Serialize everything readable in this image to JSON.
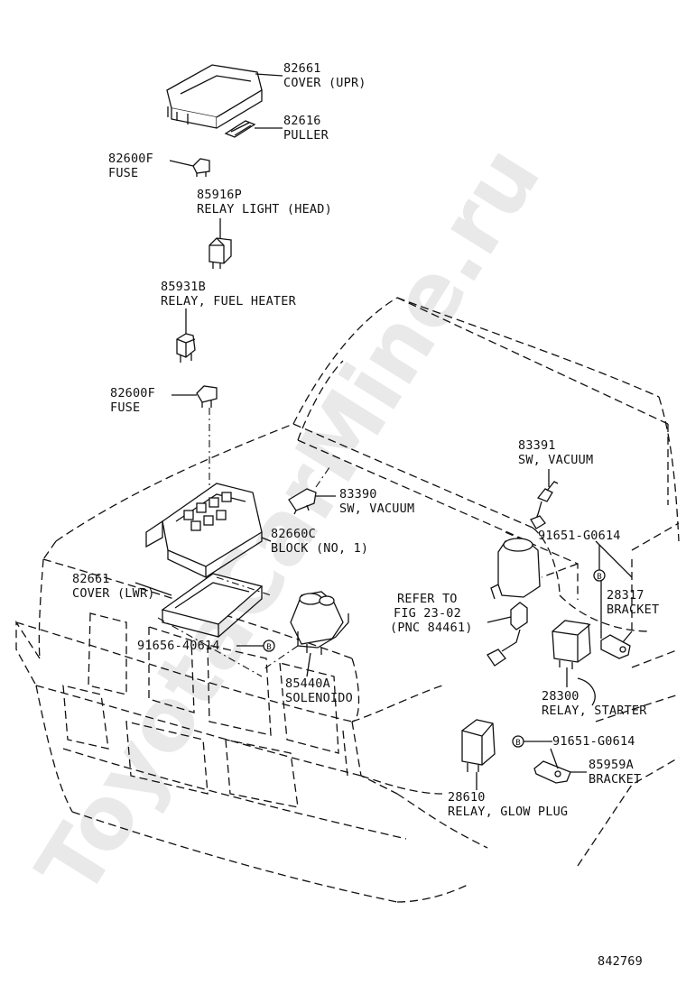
{
  "watermark": "ToyotaCarMine.ru",
  "figure_number": "842769",
  "parts": [
    {
      "id": "p82661u",
      "number": "82661",
      "name": "COVER (UPR)"
    },
    {
      "id": "p82616",
      "number": "82616",
      "name": "PULLER"
    },
    {
      "id": "p82600a",
      "number": "82600F",
      "name": "FUSE"
    },
    {
      "id": "p85916",
      "number": "85916P",
      "name": "RELAY LIGHT (HEAD)"
    },
    {
      "id": "p85931",
      "number": "85931B",
      "name": "RELAY, FUEL HEATER"
    },
    {
      "id": "p82600b",
      "number": "82600F",
      "name": "FUSE"
    },
    {
      "id": "p83391",
      "number": "83391",
      "name": "SW, VACUUM"
    },
    {
      "id": "p83390",
      "number": "83390",
      "name": "SW, VACUUM"
    },
    {
      "id": "p91651a",
      "number": "91651-G0614",
      "name": ""
    },
    {
      "id": "p82660",
      "number": "82660C",
      "name": "BLOCK (NO, 1)"
    },
    {
      "id": "p82661l",
      "number": "82661",
      "name": "COVER (LWR)"
    },
    {
      "id": "p28317",
      "number": "28317",
      "name": "BRACKET"
    },
    {
      "id": "p91656",
      "number": "91656-40614",
      "name": ""
    },
    {
      "id": "p85440",
      "number": "85440A",
      "name": "SOLENOIDO"
    },
    {
      "id": "p28300",
      "number": "28300",
      "name": "RELAY, STARTER"
    },
    {
      "id": "p91651b",
      "number": "91651-G0614",
      "name": ""
    },
    {
      "id": "p85959",
      "number": "85959A",
      "name": "BRACKET"
    },
    {
      "id": "p28610",
      "number": "28610",
      "name": "RELAY, GLOW PLUG"
    }
  ],
  "reference": {
    "line1": "REFER TO",
    "line2": "FIG 23-02",
    "line3": "(PNC 84461)"
  },
  "bolt_marker": "B"
}
